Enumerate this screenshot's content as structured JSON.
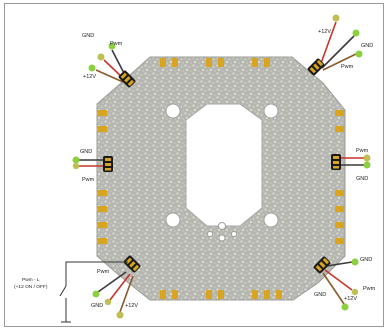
{
  "colors": {
    "board_fill": "#b7b7b2",
    "board_speckle": "#e2e2dc",
    "pad_gold": "#d9a41f",
    "connector_black": "#1a1a1a",
    "wire_red": "#c7342a",
    "wire_black": "#3a3a3a",
    "wire_brown": "#8a5a2a",
    "wire_yellow": "#d6b43a",
    "terminal_green": "#8ccf3f",
    "terminal_olive": "#bfbf55",
    "switch_line": "#333333"
  },
  "connectors": {
    "top_left": {
      "gnd": "GND",
      "pwm": "Pwm",
      "v12": "+12V"
    },
    "top_right": {
      "v12": "+12V",
      "gnd": "GND",
      "pwm": "Pwm"
    },
    "middle_left": {
      "gnd": "GND",
      "pwm": "Pwm"
    },
    "middle_right": {
      "pwm": "Pwm",
      "gnd": "GND"
    },
    "bottom_left": {
      "pwm": "Pwm",
      "gnd": "GND",
      "v12": "+12V"
    },
    "bottom_right": {
      "gnd": "GND",
      "v12": "+12V",
      "pwm": "Pwm"
    }
  },
  "switch": {
    "label_line1": "Pwm - L",
    "label_line2": "(+12 ON / OFF)"
  }
}
